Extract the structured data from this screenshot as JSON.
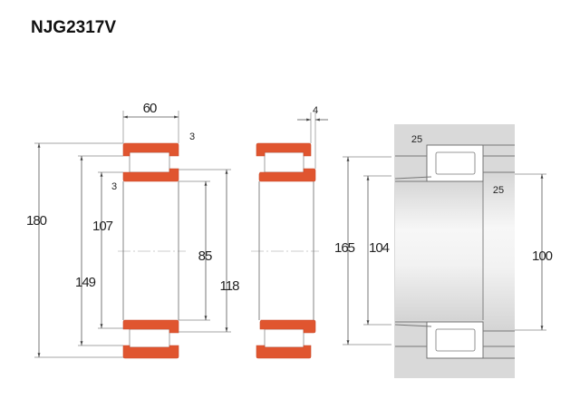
{
  "title": "NJG2317V",
  "colors": {
    "ring": "#e0552f",
    "housing": "#d9d9d9"
  },
  "bearing_view": {
    "width": "60",
    "chamfer_outer": "3",
    "chamfer_inner": "3",
    "outer_diameter": "180",
    "outer_raceway": "149",
    "inner_raceway": "107",
    "bore": "85",
    "inner_shoulder": "118"
  },
  "section_view": {
    "axial_displacement": "4"
  },
  "mounting_view": {
    "housing_shoulder": "165",
    "shaft_diameter_a": "104",
    "shaft_diameter_b": "100",
    "fillet_housing": "25",
    "fillet_shaft": "25"
  }
}
